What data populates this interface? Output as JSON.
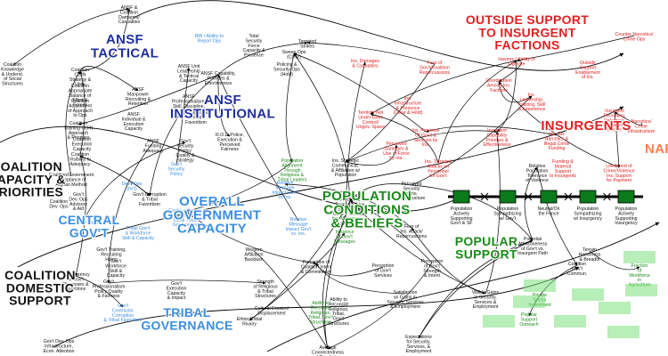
{
  "colors": {
    "ansf": "#1f2f9e",
    "gov": "#3b8de0",
    "insurgent": "#e02020",
    "population": "#1a8a1a",
    "coalition": "#111111",
    "narco": "#ff8050",
    "edge": "#000000",
    "light_green": "#7ee07e",
    "dark_green": "#0a7a1a"
  },
  "sectors": {
    "ansf_tactical": [
      "ANSF",
      "TACTICAL"
    ],
    "ansf_institutional": [
      "ANSF",
      "INSTITUTIONAL"
    ],
    "overall_gov": [
      "OVERALL",
      "GOVERNMENT",
      "CAPACITY"
    ],
    "central_gov": [
      "CENTRAL",
      "GOV'T"
    ],
    "tribal_gov": [
      "TRIBAL",
      "GOVERNANCE"
    ],
    "outside_support": [
      "OUTSIDE SUPPORT",
      "TO INSURGENT",
      "FACTIONS"
    ],
    "insurgents": [
      "INSURGENTS"
    ],
    "narco": [
      "NARCO"
    ],
    "population": [
      "POPULATION",
      "CONDITIONS",
      "& BELIEFS"
    ],
    "popular_support": [
      "POPULAR",
      "SUPPORT"
    ],
    "coalition_capacity": [
      "COALITION",
      "CAPACITY &",
      "PRIORITIES"
    ],
    "coalition_domestic": [
      "COALITION",
      "DOMESTIC",
      "SUPPORT"
    ]
  },
  "support_chain": [
    [
      "Population",
      "Actively",
      "Supporting",
      "Gov't & SF"
    ],
    [
      "Population",
      "Sympathizing",
      "w/ Gov't"
    ],
    [
      "Neutral/On",
      "the Fence"
    ],
    [
      "Population",
      "Sympathizing",
      "w/ Insurgency"
    ],
    [
      "Population",
      "Actively",
      "Supporting",
      "Insurgency"
    ]
  ],
  "nodes": {
    "black": [
      [
        "ANSF &",
        "Coalition",
        "Damages/",
        "Casualties"
      ],
      [
        "Total",
        "Security",
        "Force",
        "Capacity &",
        "Presence"
      ],
      [
        "ANSF Unit",
        "Leadership",
        "& Tactical",
        "Capacity"
      ],
      [
        "ANSF",
        "Manpower",
        "Recruiting &",
        "Retention"
      ],
      [
        "Policing &",
        "Security Ops",
        "(Hold)"
      ],
      [
        "Targeted",
        "Strikes"
      ],
      [
        "Sweep Ops",
        "(Clear)"
      ],
      [
        "ANSF Capability,",
        "Priorities &",
        "Effectiveness"
      ],
      [
        "ANSF",
        "Professionalism,",
        "Skill, Discipline,",
        "& Morale"
      ],
      [
        "ANSF",
        "Individual &",
        "Execution",
        "Capacity"
      ],
      [
        "ANSF",
        "Funding",
        "Adequacy"
      ],
      [
        "Corruption &",
        "Tribal",
        "Favoritism"
      ],
      [
        "R.O.L. Police,",
        "Execution &",
        "Perceived",
        "Fairness"
      ],
      [
        "Coalition",
        "Knowledge",
        "& Underst.",
        "of Social",
        "Structures"
      ],
      [
        "Coalition",
        "COIN",
        "Strategy &",
        "Unity"
      ],
      [
        "Coalition",
        "Adjustment",
        "of Approach",
        "to Ops"
      ],
      [
        "Coalition",
        "Appropriate",
        "Balance of",
        "Effort &",
        "Forces"
      ],
      [
        "Coalition",
        "Training COIN",
        "Approach",
        "& Priorities"
      ],
      [
        "Coalition",
        "Execution",
        "Capacity"
      ],
      [
        "Coalition",
        "Visibility to",
        "Adequacy"
      ],
      [
        "Coalition/Government",
        "Acceptance of",
        "Afghan Method"
      ],
      [
        "Coalition",
        "Dev. Ops"
      ],
      [
        "Gov't",
        "Security",
        "Policy",
        "Quality &",
        "Strategy"
      ],
      [
        "Gov't",
        "Dev. Ops",
        "Advisory",
        "& Aid"
      ],
      [
        "Gov't Training,",
        "Recruiting",
        "Hiring"
      ],
      [
        "Transparency",
        "of Gov't",
        "Processes &",
        "Functions"
      ],
      [
        "Gov't",
        "Workforce",
        "Skill &",
        "Capacity"
      ],
      [
        "Gov't",
        "Professionalism",
        "Policy Quality",
        "& Fairness"
      ],
      [
        "Gov't",
        "Execution",
        "Capacity",
        "& Impact"
      ],
      [
        "Gov't Corruption",
        "& Tribal",
        "Favoritism"
      ],
      [
        "Strength",
        "of Religious",
        "& Tribal",
        "Structures"
      ],
      [
        "Cultural Erosion/",
        "Displacement"
      ],
      [
        "Ethnic/Tribal",
        "Rivalry"
      ],
      [
        "Ability to",
        "Reconcile",
        "Religious,",
        "Tribal,",
        "Gov't",
        "Structures"
      ],
      [
        "Western",
        "Affiliation",
        "Backlash"
      ],
      [
        "Perception of",
        "Coalition Intent",
        "& Commitment"
      ],
      [
        "Ins. Strategic",
        "Communicat.",
        "& Affiliation w/",
        "Population"
      ],
      [
        "Perceived",
        "Damages/Use",
        "of Force by",
        "Gov't & Coalition"
      ],
      [
        "Perceived",
        "Security",
        "of Ins.",
        "Infrastructure"
      ],
      [
        "Perception",
        "of Gov't",
        "Strength",
        "& Intent"
      ],
      [
        "Satisfaction",
        "w/ Gains in",
        "Security, Services",
        "& Employment"
      ],
      [
        "Expectations",
        "for Security,",
        "Services, &",
        "Employment"
      ],
      [
        "Visible Gains",
        "in Security,",
        "Services &",
        "Employment"
      ],
      [
        "Average",
        "Connectedness",
        "of Population"
      ],
      [
        "Perception",
        "of Gov't",
        "Services"
      ],
      [
        "Fear of",
        "Ins. Attack/",
        "Repercussions"
      ],
      [
        "Terrain",
        "Harshness",
        "& Breadth"
      ],
      [
        "Potential",
        "Attractiveness",
        "of Gov't vs.",
        "Insurgent Path"
      ],
      [
        "Relative",
        "Population",
        "Tolerance",
        "of Violence"
      ],
      [
        "Gov't Dev. Ops",
        "Infrastructure,",
        "Econ. Attention"
      ],
      [
        "Coalition",
        "Gov't",
        "Commun."
      ]
    ],
    "red": [
      [
        "Ins. Damages",
        "& Casualties"
      ],
      [
        "Fear of",
        "Gov't/Coalition",
        "Repercussions"
      ],
      [
        "Ins.",
        "Infrastructure",
        "& Presence",
        "(Clear & Hold)"
      ],
      [
        "Territory Not",
        "Under Gov't",
        "Control/",
        "Ungov. Space"
      ],
      [
        "Ins. Provision",
        "Of Gov't &",
        "Services by",
        "Ins."
      ],
      [
        "Perceived",
        "Damages &",
        "Use of Force",
        "by Ins."
      ],
      [
        "Ins. Targeted",
        "Attacks on",
        "Personnel",
        "for Gov't"
      ],
      [
        "Coordination",
        "Among Ins.",
        "Factions"
      ],
      [
        "Insurgent",
        "Capability",
        "Priorities &",
        "Effectiveness"
      ],
      [
        "Havens / Ability to",
        "Operate"
      ],
      [
        "Outside",
        "Support",
        "Enablement",
        "of Ins."
      ],
      [
        "Ins.",
        "Leadership,",
        "Training, Skill",
        "& Experience"
      ],
      [
        "Insurgent",
        "Recruiting,",
        "Retention,",
        "Manpower &",
        "Morale"
      ],
      [
        "Ins. Tax",
        "Narcotics &",
        "Illegal Crime",
        "Funding"
      ],
      [
        "Funding &",
        "Material",
        "Support",
        "to Insurgents"
      ],
      [
        "Likelihood of",
        "Crime/Violence",
        "Ins. Support",
        "for Payment"
      ],
      [
        "Counter Narcotics/",
        "Crime Ops"
      ],
      [
        "Narcotics/",
        "Crime",
        "Infrastructure"
      ]
    ],
    "blue": [
      [
        "IBR / Ability to",
        "Report Ops"
      ],
      [
        "Relative",
        "Message",
        "Impact Gov't",
        "vs Ins."
      ],
      [
        "Relative",
        "Message",
        "Impact Gov't",
        "vs. Ins."
      ],
      [
        "Gov't",
        "Security",
        "Policy"
      ],
      [
        "Gov't Legitimacy",
        "& Integration of",
        "Local Tribal",
        "Governance"
      ],
      [
        "Tribal Gov't",
        "& Workforce",
        "Skill & Capacity"
      ],
      [
        "Dev't Ops",
        "(Int'l)"
      ],
      [
        "Gov't Dev'l Ops"
      ],
      [
        "Gov't",
        "Contractor",
        "Corruption",
        "& Tribal Favoritism"
      ]
    ],
    "green": [
      [
        "Population",
        "Alignment",
        "Through",
        "Religious &",
        "Tribal Leaders"
      ],
      [
        "Ability to",
        "Reconcile",
        "Religious,",
        "Tribal, Gov't",
        "Structures"
      ],
      [
        "Influence",
        "of Gov't",
        "Messages"
      ],
      [
        "Ins. Message",
        "Amplification"
      ],
      [
        "Popular",
        "Support",
        "Outreach"
      ],
      [
        "Private",
        "Sector",
        "Investment"
      ],
      [
        "Fraction",
        "of",
        "Workforce",
        "in",
        "Agriculture"
      ]
    ]
  }
}
